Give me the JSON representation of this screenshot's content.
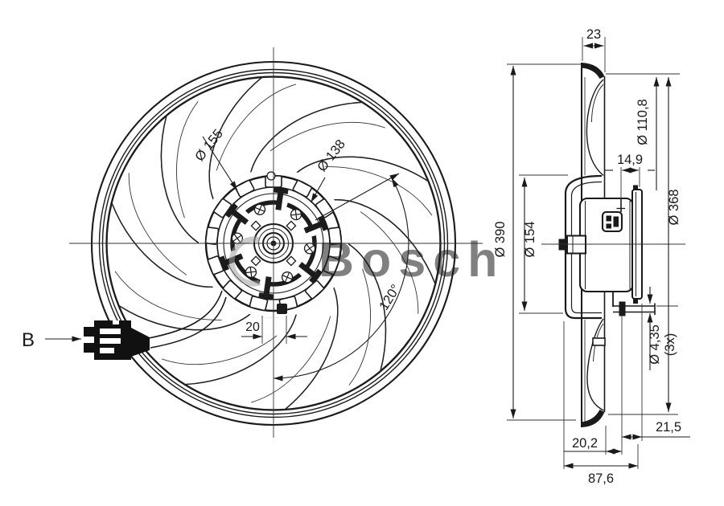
{
  "drawing": {
    "watermark_brand": "Bosch",
    "front_view": {
      "dim_hub_outer": "Ø 155",
      "dim_hub_inner": "Ø 138",
      "dim_angle": "120°",
      "dim_stud_offset": "20",
      "connector_label": "B"
    },
    "side_view": {
      "dim_ring_depth": "23",
      "dim_bolt_circle": "Ø 110,8",
      "dim_connector_depth": "14,9",
      "dim_outer_diameter": "Ø 390",
      "dim_shroud_diameter": "Ø 154",
      "dim_seat_diameter": "Ø 368",
      "dim_hole_diameter": "Ø 4,35",
      "dim_hole_count": "(3x)",
      "dim_flange_offset": "21,5",
      "dim_ring_offset": "20,2",
      "dim_total_depth": "87,6"
    }
  },
  "colors": {
    "line": "#1a1a1a",
    "watermark": "#9e9e9e",
    "background": "#ffffff"
  }
}
